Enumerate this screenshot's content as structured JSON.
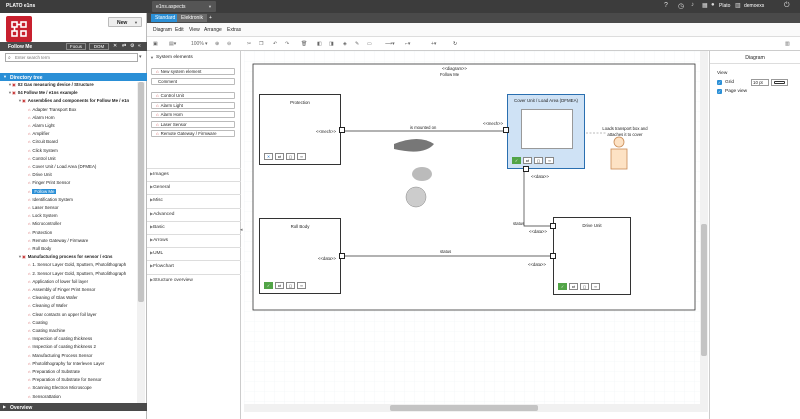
{
  "app": {
    "title": "PLATO e1ns",
    "tab": "e1ns.aspects",
    "user": "Plato",
    "org": "demoexs"
  },
  "topbar_icons": [
    "help-icon",
    "clock-icon",
    "bell-icon",
    "grid-icon",
    "user-icon",
    "building-icon",
    "logout-icon"
  ],
  "left": {
    "new_label": "New",
    "panel_title": "Follow Me",
    "focus_label": "Focus",
    "dom_label": "DOM",
    "search_placeholder": "Enter search term",
    "directory_title": "Directory tree",
    "overview_title": "Overview",
    "tree": [
      {
        "label": "02 Gas measuring device / Structure",
        "level": 0,
        "bold": true
      },
      {
        "label": "04 Follow Me / e1ns example",
        "level": 0,
        "bold": true
      },
      {
        "label": "Assemblies and components for Follow Me / e1n",
        "level": 1,
        "bold": true
      },
      {
        "label": "Adapter Transport Box",
        "level": 2
      },
      {
        "label": "Alarm Horn",
        "level": 2
      },
      {
        "label": "Alarm Light",
        "level": 2
      },
      {
        "label": "Amplifier",
        "level": 2
      },
      {
        "label": "Circuit Board",
        "level": 2
      },
      {
        "label": "Click System",
        "level": 2
      },
      {
        "label": "Control Unit",
        "level": 2
      },
      {
        "label": "Cover Unit / Load Area (DFMEA)",
        "level": 2
      },
      {
        "label": "Drive Unit",
        "level": 2
      },
      {
        "label": "Finger Print Sensor",
        "level": 2
      },
      {
        "label": "Follow Me",
        "level": 2,
        "selected": true
      },
      {
        "label": "Identification System",
        "level": 2
      },
      {
        "label": "Laser Sensor",
        "level": 2
      },
      {
        "label": "Lock System",
        "level": 2
      },
      {
        "label": "Microcontroller",
        "level": 2
      },
      {
        "label": "Protection",
        "level": 2
      },
      {
        "label": "Remote Gateway / Firmware",
        "level": 2
      },
      {
        "label": "Roll Body",
        "level": 2
      },
      {
        "label": "Manufacturing process for sensor / e1ns",
        "level": 1,
        "bold": true
      },
      {
        "label": "1. Sensor Layer Gold, Sputtern, Photolithograph",
        "level": 2
      },
      {
        "label": "2. Sensor Layer Gold, Sputtern, Photolithograph",
        "level": 2
      },
      {
        "label": "Application of lower foil layer",
        "level": 2
      },
      {
        "label": "Assembly of Finger Print Sensor",
        "level": 2
      },
      {
        "label": "Cleaning of Glas Wafer",
        "level": 2
      },
      {
        "label": "Cleaning of Wafer",
        "level": 2
      },
      {
        "label": "Clear contacts on upper foil layer",
        "level": 2
      },
      {
        "label": "Coating",
        "level": 2
      },
      {
        "label": "Coating machine",
        "level": 2
      },
      {
        "label": "Inspection of coating thickness",
        "level": 2
      },
      {
        "label": "Inspection of coating thickness 2",
        "level": 2
      },
      {
        "label": "Manufacturing Process Sensor",
        "level": 2
      },
      {
        "label": "Photolithography for Interleven Layer",
        "level": 2
      },
      {
        "label": "Preparation of Substrate",
        "level": 2
      },
      {
        "label": "Preparation of Substrate for Sensor",
        "level": 2
      },
      {
        "label": "Scanning Electron Microscope",
        "level": 2
      },
      {
        "label": "Sensorattation",
        "level": 2
      }
    ]
  },
  "editor_tabs": [
    "Standard",
    "Elektronik",
    "+"
  ],
  "menu": [
    "Diagram",
    "Edit",
    "View",
    "Arrange",
    "Extras"
  ],
  "toolbar": {
    "zoom": "100%"
  },
  "palette": {
    "section_title": "System elements",
    "items": [
      "New system element",
      "Comment",
      "Control Unit",
      "Alarm Light",
      "Alarm Horn",
      "Laser Sensor",
      "Remote Gateway / Firmware"
    ],
    "sections": [
      "Images",
      "General",
      "Misc",
      "Advanced",
      "Basic",
      "Arrows",
      "UML",
      "Flowchart",
      "Structure overview"
    ]
  },
  "diagram": {
    "frame_stereotype": "<<diagram>>",
    "frame_title": "Follow Me",
    "blocks": {
      "protection": "Protection",
      "cover": "Cover Unit / Load Area (DFMEA)",
      "roll": "Roll Body",
      "drive": "Drive Unit"
    },
    "ports": [
      "<<mech>>",
      "<<mech>>",
      "<<data>>",
      "<<data>>",
      "<<data>>",
      "<<data>>"
    ],
    "edges": {
      "mounted": "is mounted on",
      "status1": "status",
      "status2": "status"
    },
    "note": "Loads transport box and attaches it to cover"
  },
  "format_panel": {
    "title": "Diagram",
    "section": "View",
    "grid_label": "Grid",
    "grid_size": "10 pt",
    "page_view_label": "Page view",
    "grid_color": "#ffffff"
  },
  "colors": {
    "accent": "#2a8fd6",
    "brand": "#c8202e",
    "green": "#52a447",
    "topbar": "#3c3c3c"
  }
}
